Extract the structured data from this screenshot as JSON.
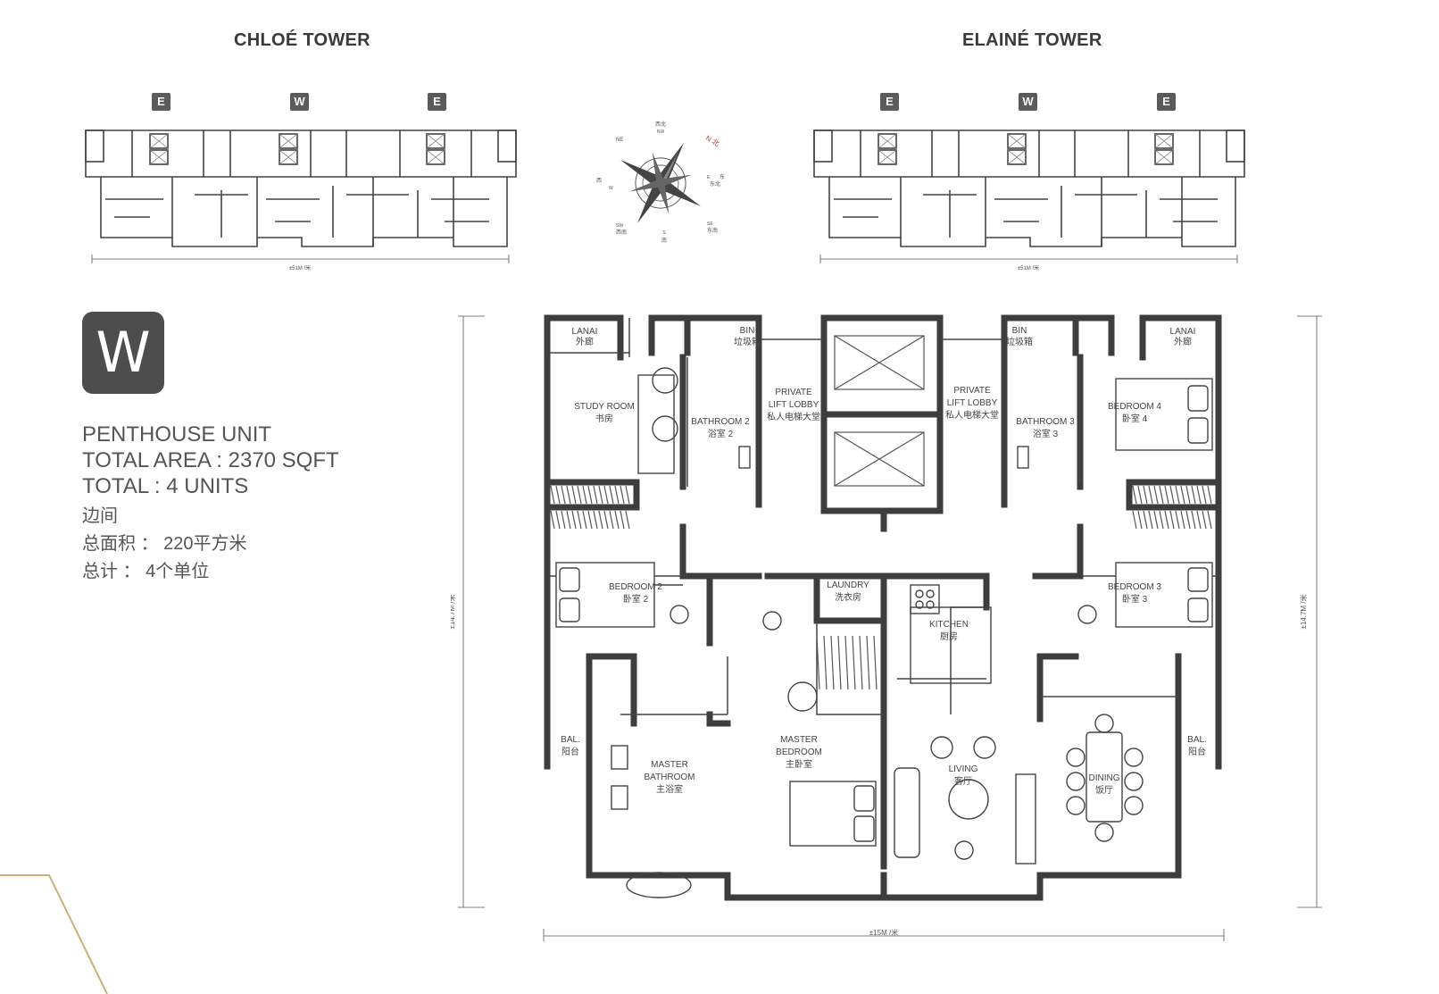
{
  "towers": [
    {
      "title": "CHLOÉ TOWER",
      "tags": [
        "E",
        "W",
        "E"
      ],
      "dimension": "±51M /米"
    },
    {
      "title": "ELAINÉ TOWER",
      "tags": [
        "E",
        "W",
        "E"
      ],
      "dimension": "±51M /米"
    }
  ],
  "compass": {
    "north_label": "N 北",
    "labels": [
      "西北",
      "NW",
      "NE",
      "东北",
      "西",
      "W",
      "E",
      "东",
      "SW",
      "西南",
      "SE",
      "东南",
      "S",
      "南"
    ]
  },
  "unit": {
    "badge": "W",
    "type": "PENTHOUSE UNIT",
    "area": "TOTAL AREA : 2370 SQFT",
    "total": "TOTAL : 4 UNITS",
    "type_cn": "边间",
    "area_cn": "总面积 ： 220平方米",
    "total_cn": "总计 ： 4个单位"
  },
  "plan": {
    "width_label": "±15M /米",
    "height_label": "±14.7M /米",
    "rooms": {
      "lanai_left": [
        "LANAI",
        "外廊"
      ],
      "lanai_right": [
        "LANAI",
        "外廊"
      ],
      "bin_left": [
        "BIN",
        "垃圾箱"
      ],
      "bin_right": [
        "BIN",
        "垃圾箱"
      ],
      "lobby_left": [
        "PRIVATE",
        "LIFT LOBBY",
        "私人电梯大堂"
      ],
      "lobby_right": [
        "PRIVATE",
        "LIFT LOBBY",
        "私人电梯大堂"
      ],
      "study": [
        "STUDY ROOM",
        "书房"
      ],
      "bath2": [
        "BATHROOM 2",
        "浴室 2"
      ],
      "bath3": [
        "BATHROOM 3",
        "浴室 3"
      ],
      "bed4": [
        "BEDROOM 4",
        "卧室 4"
      ],
      "bed2": [
        "BEDROOM 2",
        "卧室 2"
      ],
      "bed3": [
        "BEDROOM 3",
        "卧室 3"
      ],
      "laundry": [
        "LAUNDRY",
        "洗衣房"
      ],
      "kitchen": [
        "KITCHEN",
        "厨房"
      ],
      "master_bed": [
        "MASTER",
        "BEDROOM",
        "主卧室"
      ],
      "master_bath": [
        "MASTER",
        "BATHROOM",
        "主浴室"
      ],
      "living": [
        "LIVING",
        "客厅"
      ],
      "dining": [
        "DINING",
        "饭厅"
      ],
      "bal_left": [
        "BAL.",
        "阳台"
      ],
      "bal_right": [
        "BAL.",
        "阳台"
      ]
    }
  },
  "colors": {
    "wall": "#3d3d3d",
    "badge": "#4d4d4d",
    "gold": "#c9b27a"
  }
}
